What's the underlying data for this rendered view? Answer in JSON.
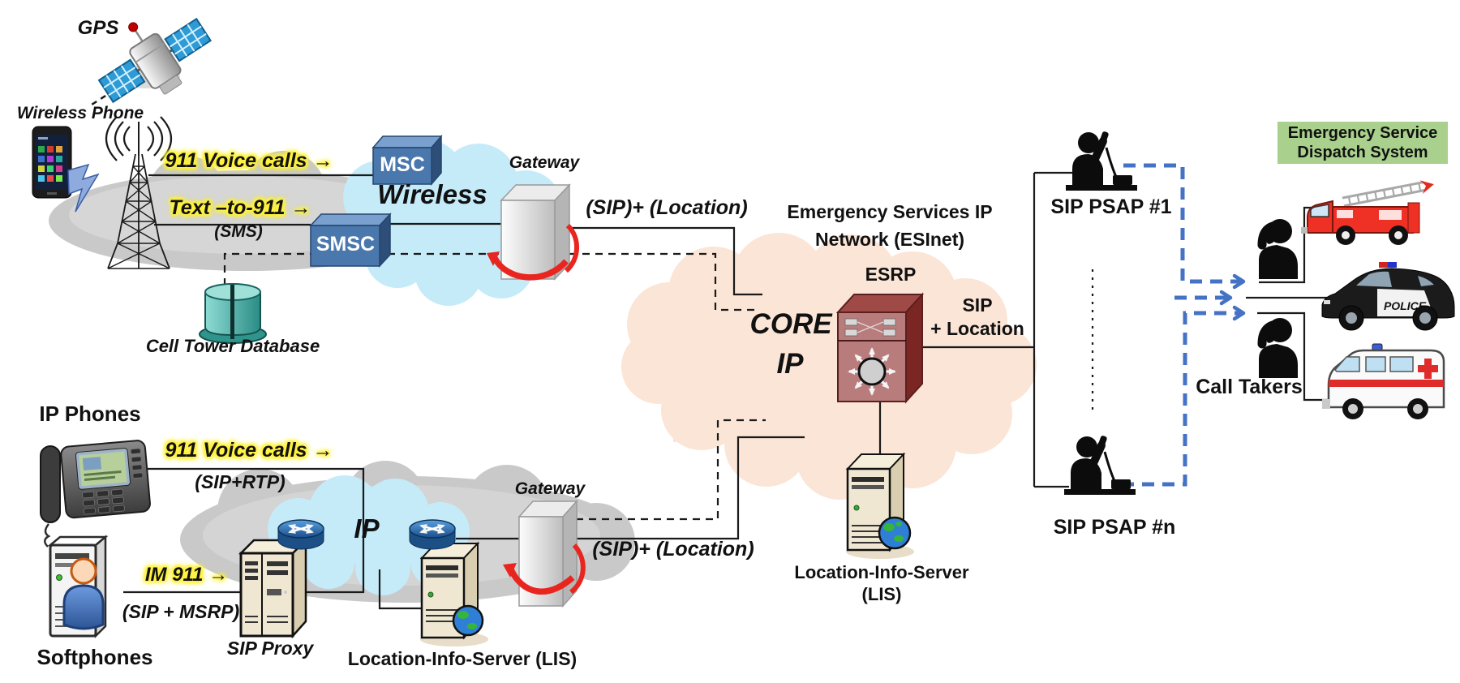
{
  "cellular": {
    "gps": "GPS",
    "wireless_phone": "Wireless Phone",
    "voice_calls": "911 Voice calls →",
    "text_to_911": "Text –to-911 →",
    "sms": "(SMS)",
    "msc": "MSC",
    "smsc": "SMSC",
    "cloud": "Wireless",
    "gateway": "Gateway",
    "sip_location": "(SIP)+ (Location)",
    "cell_tower_db": "Cell Tower Database"
  },
  "ip_access": {
    "ip_phones": "IP Phones",
    "voice_calls": "911 Voice calls →",
    "sip_rtp": "(SIP+RTP)",
    "softphones": "Softphones",
    "im_911": "IM 911 →",
    "sip_msrp": "(SIP + MSRP)",
    "sip_proxy": "SIP Proxy",
    "cloud": "IP",
    "lis": "Location-Info-Server (LIS)",
    "gateway": "Gateway",
    "sip_location": "(SIP)+ (Location)"
  },
  "esinet": {
    "title_line1": "Emergency Services IP",
    "title_line2": "Network (ESInet)",
    "esrp": "ESRP",
    "core_line1": "CORE",
    "core_line2": "IP",
    "sip_line1": "SIP",
    "sip_line2": "+ Location",
    "lis_line1": "Location-Info-Server",
    "lis_line2": "(LIS)"
  },
  "psaps": {
    "psap1": "SIP PSAP #1",
    "psap_n": "SIP PSAP #n",
    "call_takers": "Call Takers"
  },
  "dispatch": {
    "title_line1": "Emergency Service",
    "title_line2": "Dispatch System",
    "police": "POLICE"
  },
  "colors": {
    "yellow_glow": "#fff23d",
    "blue_dash": "#4472c4",
    "esinet_cloud": "#fbe5d6",
    "network_cloud_blue": "#c5ebf9",
    "carrier_cloud_gray": "#c9c9c9",
    "node_box_blue": "#4a78ad",
    "esrp_red": "#b97c7c",
    "dispatch_green": "#a9d18d",
    "db_teal": "#2e948c",
    "fire_truck_red": "#ee3124",
    "ambulance_cross_red": "#e02b2b"
  }
}
